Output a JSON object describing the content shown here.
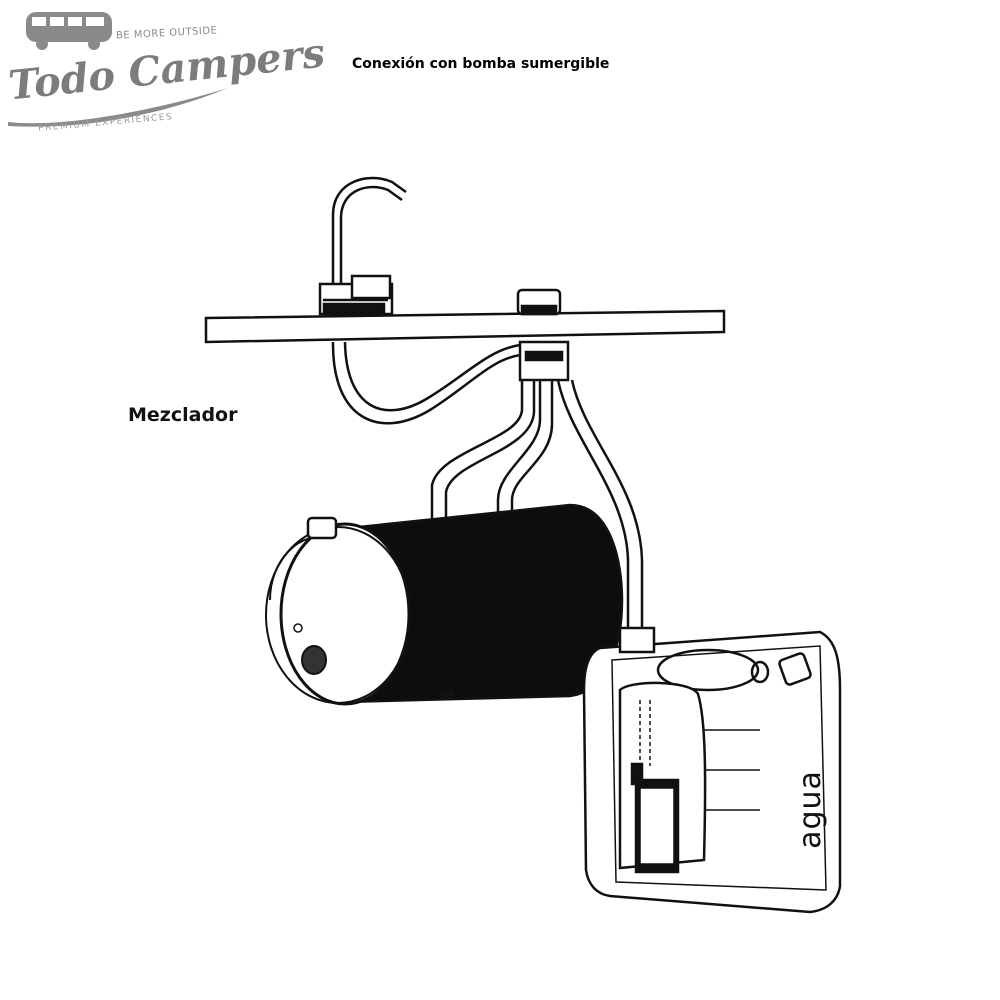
{
  "diagram": {
    "title": "Conexión con bomba sumergible",
    "labels": {
      "mixer": "Mezclador",
      "water": "agua"
    }
  },
  "logo": {
    "tagline_top": "BE MORE OUTSIDE",
    "brand": "Todo Campers",
    "tagline_bottom": "PREMIUM EXPERIENCES",
    "color": "#7c7c7c"
  },
  "colors": {
    "line": "#111111",
    "background": "#ffffff"
  }
}
